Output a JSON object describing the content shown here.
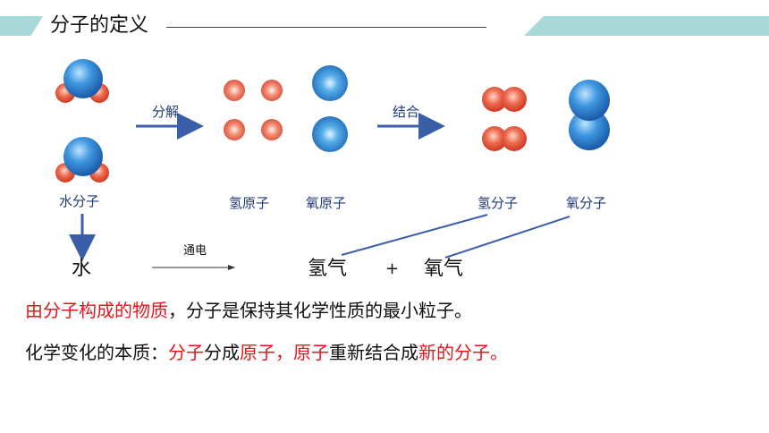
{
  "header": {
    "title": "分子的定义"
  },
  "labels": {
    "water_molecule": "水分子",
    "decompose": "分解",
    "combine": "结合",
    "hydrogen_atom": "氢原子",
    "oxygen_atom": "氧原子",
    "hydrogen_molecule": "氢分子",
    "oxygen_molecule": "氧分子"
  },
  "equation": {
    "water": "水",
    "condition": "通电",
    "hydrogen": "氢气",
    "plus": "+",
    "oxygen": "氧气"
  },
  "sentence1": {
    "part1": "由分子构成的物质",
    "part2": "，分子是保持其化学性质的最小粒子。"
  },
  "sentence2": {
    "p1": "化学变化的本质：",
    "p2": "分子",
    "p3": "分成",
    "p4": "原子，原子",
    "p5": "重新结合成",
    "p6": "新的分子。"
  },
  "colors": {
    "band": "#a8d8d8",
    "accent_red": "#e8141b",
    "label_blue": "#1f3a78",
    "arrow_blue": "#3a5ea8",
    "oxygen_blue": "#2f86d6",
    "hydrogen_red": "#e2503a"
  }
}
